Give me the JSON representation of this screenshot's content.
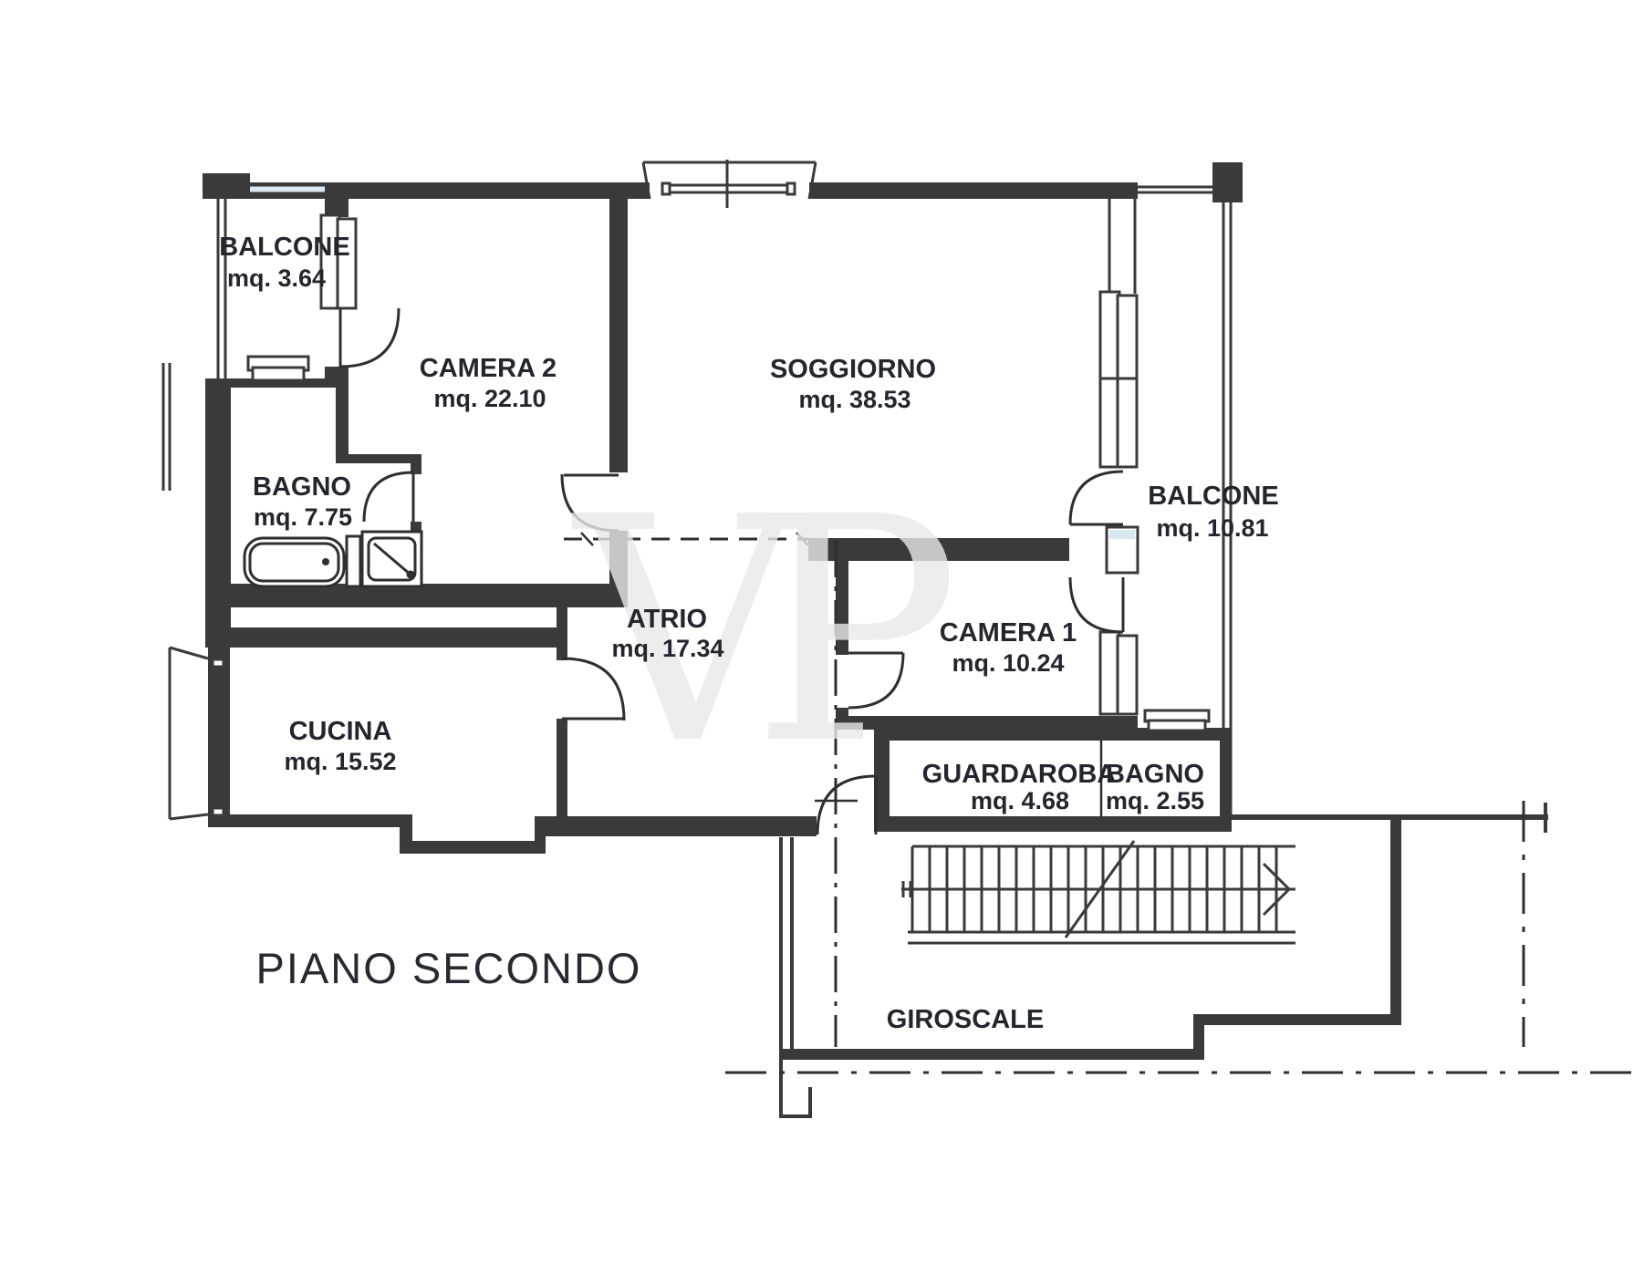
{
  "title": "PIANO SECONDO",
  "watermark": "VP",
  "colors": {
    "wall": "#3a3a3a",
    "text": "#23262d",
    "watermark": "#e9e9e9",
    "glass": "#d9e7f0",
    "background": "#ffffff"
  },
  "rooms": [
    {
      "id": "balcone-1",
      "name": "BALCONE",
      "area": "mq. 3.64"
    },
    {
      "id": "camera-2",
      "name": "CAMERA 2",
      "area": "mq. 22.10"
    },
    {
      "id": "soggiorno",
      "name": "SOGGIORNO",
      "area": "mq. 38.53"
    },
    {
      "id": "bagno-1",
      "name": "BAGNO",
      "area": "mq. 7.75"
    },
    {
      "id": "balcone-2",
      "name": "BALCONE",
      "area": "mq. 10.81"
    },
    {
      "id": "cucina",
      "name": "CUCINA",
      "area": "mq. 15.52"
    },
    {
      "id": "atrio",
      "name": "ATRIO",
      "area": "mq. 17.34"
    },
    {
      "id": "camera-1",
      "name": "CAMERA 1",
      "area": "mq. 10.24"
    },
    {
      "id": "guardaroba",
      "name": "GUARDAROBA",
      "area": "mq. 4.68"
    },
    {
      "id": "bagno-2",
      "name": "BAGNO",
      "area": "mq. 2.55"
    },
    {
      "id": "giroscale",
      "name": "GIROSCALE",
      "area": ""
    }
  ]
}
